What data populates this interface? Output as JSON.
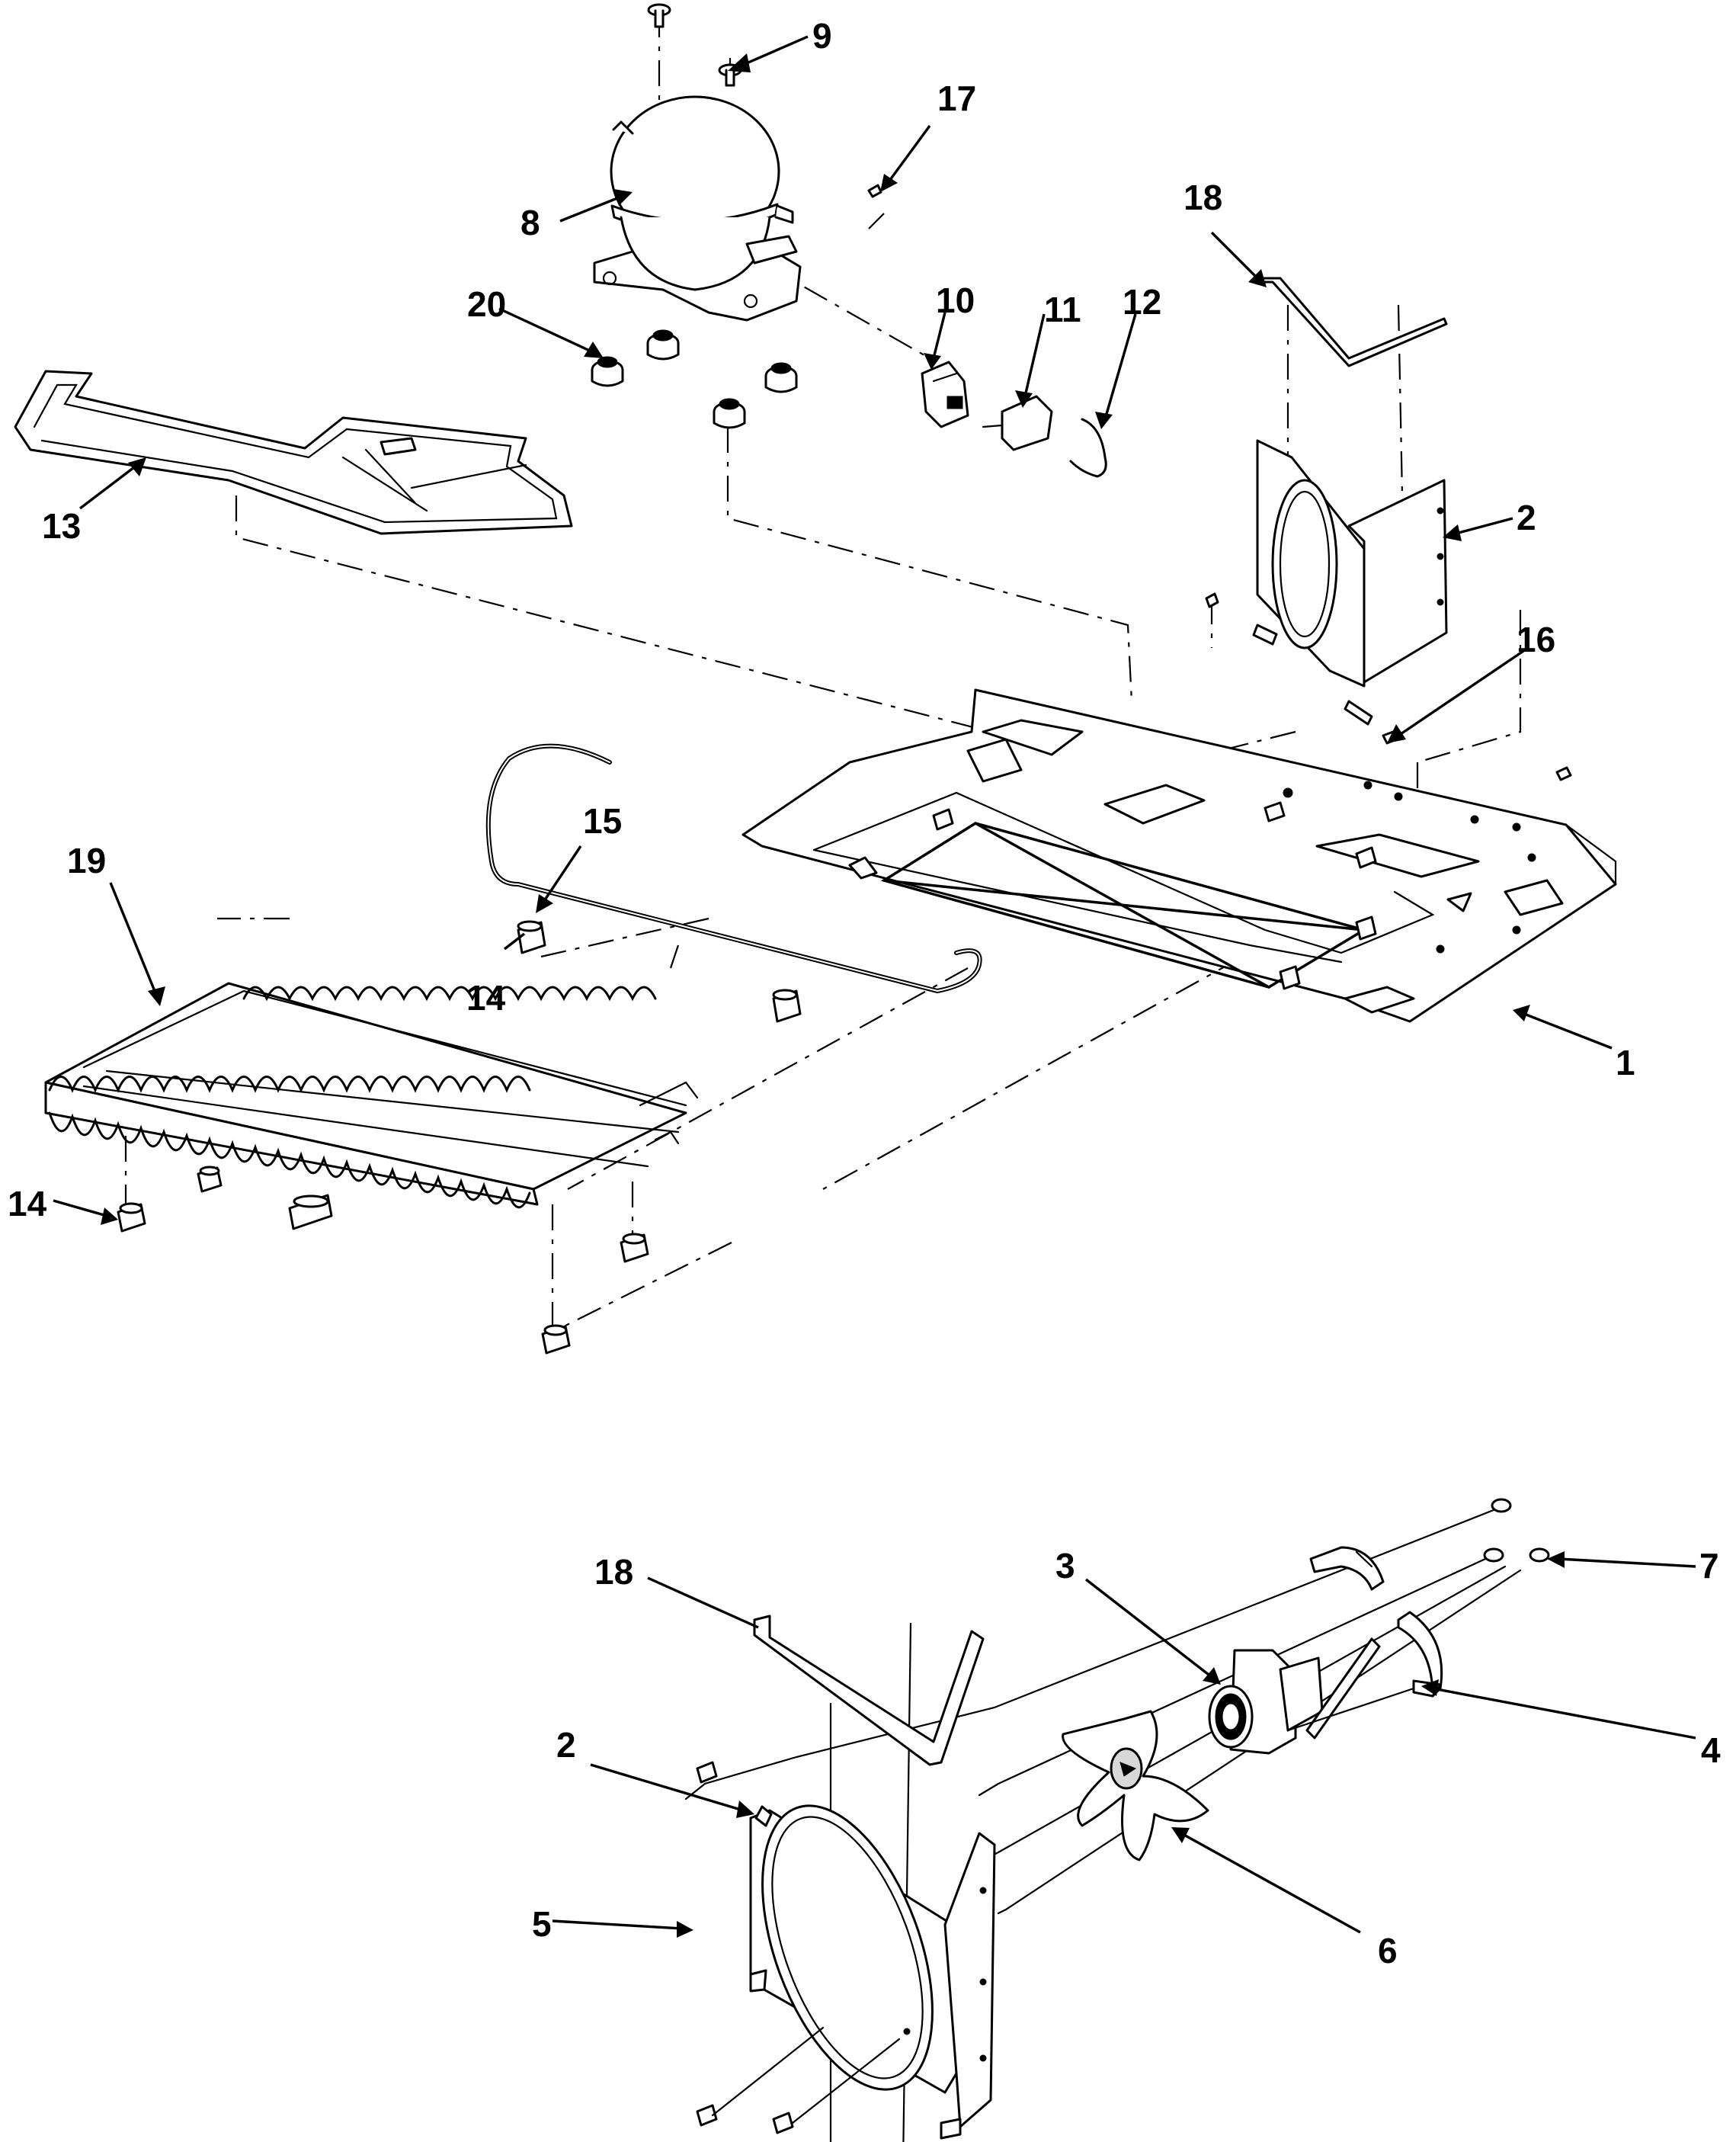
{
  "callouts": {
    "c1": "1",
    "c2_top": "2",
    "c2_bottom": "2",
    "c3": "3",
    "c4": "4",
    "c5": "5",
    "c6": "6",
    "c7": "7",
    "c8": "8",
    "c9": "9",
    "c10": "10",
    "c11": "11",
    "c12": "12",
    "c13": "13",
    "c14_upper": "14",
    "c14_lower": "14",
    "c15": "15",
    "c16": "16",
    "c17": "17",
    "c18_top": "18",
    "c18_bottom": "18",
    "c19": "19",
    "c20": "20"
  },
  "colors": {
    "line": "#000000",
    "background": "#ffffff"
  }
}
